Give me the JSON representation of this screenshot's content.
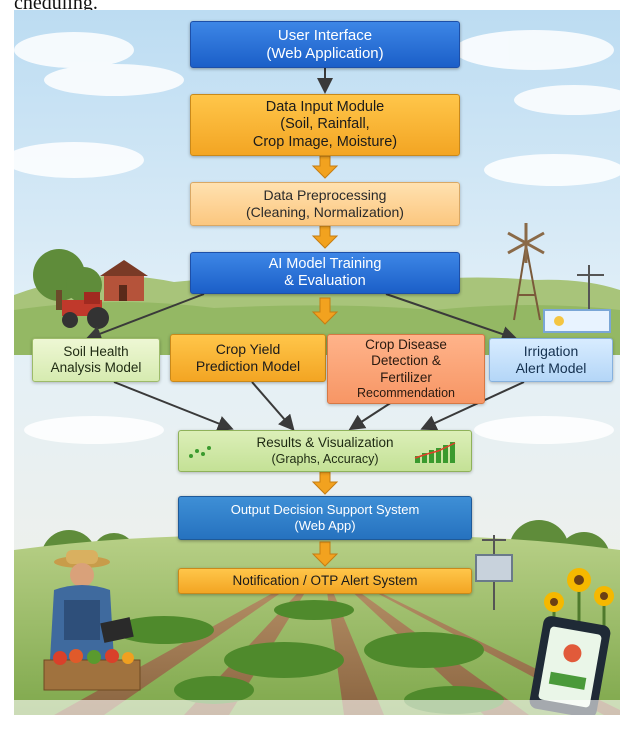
{
  "caption": "cheduling.",
  "nodes": {
    "ui": "User Interface\n(Web Application)",
    "input": "Data Input Module\n(Soil, Rainfall,\nCrop Image, Moisture)",
    "prep": "Data Preprocessing\n(Cleaning, Normalization)",
    "train": "AI Model Training\n& Evaluation",
    "soil": "Soil Health\nAnalysis Model",
    "yield": "Crop Yield\nPrediction Model",
    "disease_title": "Crop Disease\nDetection &\nFertilizer",
    "disease_sub": "Recommendation",
    "irrigation": "Irrigation\nAlert Model",
    "results": "Results & Visualization",
    "results_sub": "(Graphs, Accuracy)",
    "dss": "Output Decision Support System\n(Web App)",
    "notify": "Notification / OTP Alert System"
  },
  "colors": {
    "blue": "#1b5fc8",
    "orange": "#f3a523",
    "peach": "#fcc77f",
    "salmon": "#f79665",
    "light_blue": "#b4d6f7",
    "green": "#c4e196"
  },
  "illustration": [
    "sky",
    "clouds",
    "farmhouse",
    "tractor",
    "windmill",
    "weather-station",
    "farmer-with-tablet",
    "vegetable-crate",
    "sunflowers",
    "crop-rows",
    "smartphone"
  ]
}
